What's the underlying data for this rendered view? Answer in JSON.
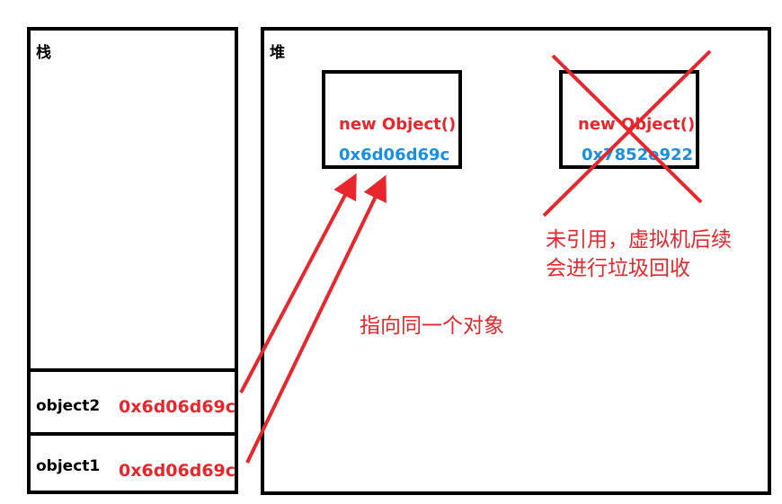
{
  "stack": {
    "title": "栈",
    "rows": [
      {
        "name": "object2",
        "address": "0x6d06d69c"
      },
      {
        "name": "object1",
        "address": "0x6d06d69c"
      }
    ]
  },
  "heap": {
    "title": "堆",
    "objects": [
      {
        "label": "new Object()",
        "address": "0x6d06d69c",
        "referenced": true
      },
      {
        "label": "new Object()",
        "address": "0x7852e922",
        "referenced": false
      }
    ]
  },
  "annotations": {
    "same_target": "指向同一个对象",
    "gc_note_line1": "未引用，虚拟机后续",
    "gc_note_line2": "会进行垃圾回收"
  },
  "colors": {
    "arrow": "#e8262b",
    "cross": "#e8262b",
    "address_stack": "#e8262b",
    "address_heap": "#1a8ee0",
    "object_label": "#e8262b"
  }
}
